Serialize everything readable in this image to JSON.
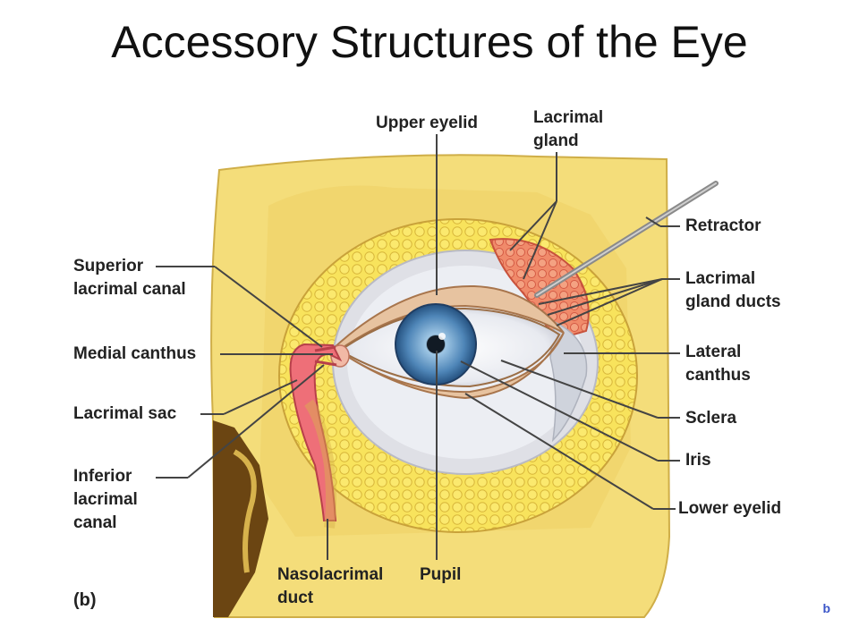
{
  "title": "Accessory Structures of the Eye",
  "figure_letter": "(b)",
  "corner_text": "b",
  "labels": {
    "upper_eyelid": "Upper eyelid",
    "lacrimal_gland": [
      "Lacrimal",
      "gland"
    ],
    "retractor": "Retractor",
    "lacrimal_gland_ducts": [
      "Lacrimal",
      "gland ducts"
    ],
    "lateral_canthus": [
      "Lateral",
      "canthus"
    ],
    "sclera": "Sclera",
    "iris": "Iris",
    "lower_eyelid": "Lower eyelid",
    "superior_lacrimal_canal": [
      "Superior",
      "lacrimal canal"
    ],
    "medial_canthus": "Medial canthus",
    "lacrimal_sac": "Lacrimal sac",
    "inferior_lacrimal_canal": [
      "Inferior",
      "lacrimal",
      "canal"
    ],
    "nasolacrimal_duct": [
      "Nasolacrimal",
      "duct"
    ],
    "pupil": "Pupil"
  },
  "colors": {
    "bone": "#f4dd7a",
    "bone_shadow": "#d9b84a",
    "fat": "#f7e25a",
    "conjunctiva": "#e6e6ea",
    "gland": "#f07860",
    "iris_outer": "#2f5f94",
    "iris_inner": "#7fb2d8",
    "eyelid": "#e9c9a8",
    "sac": "#ee6f78",
    "leader": "#444444"
  }
}
